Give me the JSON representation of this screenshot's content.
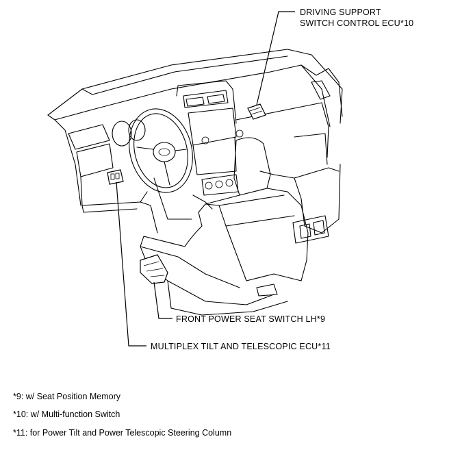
{
  "callouts": {
    "driving_support_ecu": {
      "line1": "DRIVING SUPPORT",
      "line2": "SWITCH CONTROL ECU*10"
    },
    "front_power_seat_switch": "FRONT POWER SEAT SWITCH LH*9",
    "multiplex_tilt_ecu": "MULTIPLEX TILT AND TELESCOPIC ECU*11"
  },
  "footnotes": [
    "*9: w/ Seat Position Memory",
    "*10: w/ Multi-function Switch",
    "*11: for Power Tilt and Power Telescopic Steering Column"
  ]
}
